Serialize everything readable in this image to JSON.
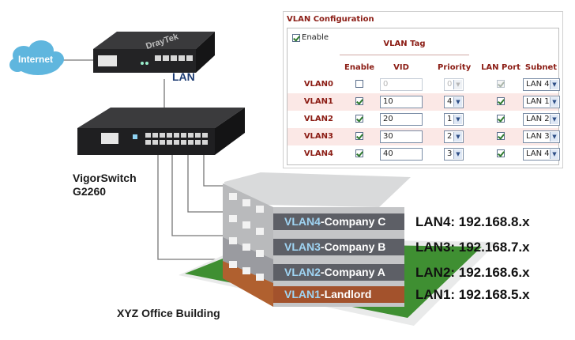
{
  "diagram": {
    "cloud_label": "Internet",
    "lan_label": "LAN",
    "router_brand": "DrayTek",
    "switch_name_line1": "VigorSwitch",
    "switch_name_line2": "G2260",
    "building_label": "XYZ Office Building",
    "floors": [
      {
        "vlan": "VLAN4",
        "tenant": "-Company C",
        "lan": "LAN4: 192.168.8.x",
        "color": "#5d5f66"
      },
      {
        "vlan": "VLAN3",
        "tenant": "-Company B",
        "lan": "LAN3: 192.168.7.x",
        "color": "#5d5f66"
      },
      {
        "vlan": "VLAN2",
        "tenant": "-Company A",
        "lan": "LAN2: 192.168.6.x",
        "color": "#5d5f66"
      },
      {
        "vlan": "VLAN1",
        "tenant": "-Landlord",
        "lan": "LAN1: 192.168.5.x",
        "color": "#a3522c"
      }
    ],
    "colors": {
      "cloud": "#5fb6de",
      "vlan_text": "#9fd4f3",
      "grass": "#3f8f32",
      "building_top": "#d9dadb",
      "brick": "#b0602f"
    }
  },
  "vlan_config": {
    "title": "VLAN Configuration",
    "enable_label": "Enable",
    "enable_checked": true,
    "vlan_tag_header": "VLAN Tag",
    "columns": {
      "enable": "Enable",
      "vid": "VID",
      "priority": "Priority",
      "lan_port": "LAN Port",
      "subnet": "Subnet"
    },
    "rows": [
      {
        "name": "VLAN0",
        "enable": false,
        "vid": "0",
        "priority": "0",
        "lan_port": true,
        "subnet": "LAN 4",
        "disabled": true
      },
      {
        "name": "VLAN1",
        "enable": true,
        "vid": "10",
        "priority": "4",
        "lan_port": true,
        "subnet": "LAN 1",
        "disabled": false
      },
      {
        "name": "VLAN2",
        "enable": true,
        "vid": "20",
        "priority": "1",
        "lan_port": true,
        "subnet": "LAN 2",
        "disabled": false
      },
      {
        "name": "VLAN3",
        "enable": true,
        "vid": "30",
        "priority": "2",
        "lan_port": true,
        "subnet": "LAN 3",
        "disabled": false
      },
      {
        "name": "VLAN4",
        "enable": true,
        "vid": "40",
        "priority": "3",
        "lan_port": true,
        "subnet": "LAN 4",
        "disabled": false
      }
    ],
    "colors": {
      "header_text": "#8b1c14",
      "alt_row": "#fbe8e6"
    }
  }
}
